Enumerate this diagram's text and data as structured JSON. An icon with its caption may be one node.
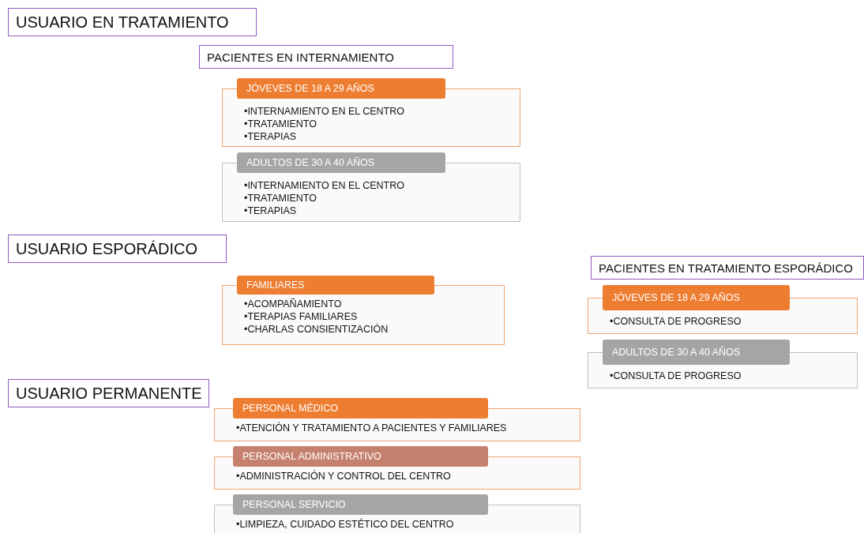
{
  "diagram": {
    "nodes": [
      {
        "text": [
          "USUARIO EN TRATAMIENTO"
        ]
      },
      {
        "text": [
          "PACIENTES EN INTERNAMIENTO"
        ]
      },
      {
        "text": [
          "JÓVEVES DE 18 A 29 AÑOS",
          "•INTERNAMIENTO EN EL CENTRO",
          "•TRATAMIENTO",
          "•TERAPIAS"
        ]
      },
      {
        "text": [
          "ADULTOS DE 30 A 40 AÑOS",
          "•INTERNAMIENTO EN EL CENTRO",
          "•TRATAMIENTO",
          "•TERAPIAS"
        ]
      },
      {
        "text": [
          "USUARIO ESPORÁDICO"
        ]
      },
      {
        "text": [
          "PACIENTES EN TRATAMIENTO ESPORÁDICO"
        ]
      },
      {
        "text": [
          "FAMILIARES",
          "•ACOMPAÑAMIENTO",
          "•TERAPIAS FAMILIARES",
          "•CHARLAS CONSIENTIZACIÓN"
        ]
      },
      {
        "text": [
          "JÓVEVES DE 18 A 29 AÑOS",
          "•CONSULTA DE PROGRESO"
        ]
      },
      {
        "text": [
          "ADULTOS DE 30 A 40 AÑOS",
          "•CONSULTA DE PROGRESO"
        ]
      },
      {
        "text": [
          "USUARIO PERMANENTE"
        ]
      },
      {
        "text": [
          "PERSONAL MÉDICO",
          "•ATENCIÓN Y TRATAMIENTO A PACIENTES Y FAMILIARES"
        ]
      },
      {
        "text": [
          "PERSONAL ADMINISTRATIVO",
          "•ADMINISTRACIÓN Y CONTROL DEL CENTRO"
        ]
      },
      {
        "text": [
          "PERSONAL SERVICIO",
          "•LIMPIEZA, CUIDADO ESTÉTICO DEL CENTRO"
        ]
      }
    ]
  }
}
